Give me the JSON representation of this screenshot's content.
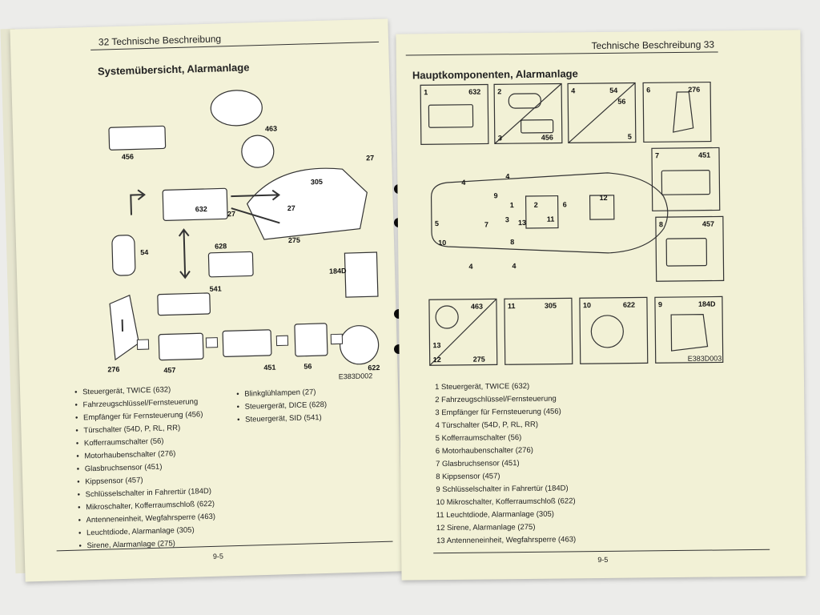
{
  "left_page": {
    "header_title": "32  Technische Beschreibung",
    "section_title": "Systemübersicht, Alarmanlage",
    "diagram_labels": [
      "456",
      "463",
      "27",
      "305",
      "632",
      "27",
      "27",
      "275",
      "54",
      "628",
      "541",
      "184D",
      "276",
      "457",
      "451",
      "56",
      "622"
    ],
    "figure_code": "E383D002",
    "components_col1": [
      "Steuergerät, TWICE (632)",
      "Fahrzeugschlüssel/Fernsteuerung",
      "Empfänger für Fernsteuerung (456)",
      "Türschalter (54D, P, RL, RR)",
      "Kofferraumschalter (56)",
      "Motorhaubenschalter (276)",
      "Glasbruchsensor (451)",
      "Kippsensor (457)",
      "Schlüsselschalter in Fahrertür (184D)",
      "Mikroschalter, Kofferraumschloß (622)",
      "Antenneneinheit, Wegfahrsperre (463)",
      "Leuchtdiode, Alarmanlage (305)",
      "Sirene, Alarmanlage (275)"
    ],
    "components_col2": [
      "Blinkglühlampen (27)",
      "Steuergerät, DICE (628)",
      "Steuergerät, SID (541)"
    ],
    "page_number": "9-5"
  },
  "right_page": {
    "header_title": "Technische Beschreibung  33",
    "section_title": "Hauptkomponenten, Alarmanlage",
    "panel_labels": [
      "1",
      "632",
      "2",
      "3",
      "456",
      "4",
      "54",
      "56",
      "5",
      "6",
      "276",
      "7",
      "451",
      "8",
      "457",
      "13",
      "463",
      "12",
      "275",
      "11",
      "305",
      "10",
      "622",
      "9",
      "184D"
    ],
    "car_labels": [
      "4",
      "4",
      "9",
      "1",
      "2",
      "6",
      "12",
      "7",
      "3",
      "13",
      "11",
      "5",
      "10",
      "8",
      "4",
      "4"
    ],
    "figure_code": "E383D003",
    "components": [
      "1  Steuergerät, TWICE (632)",
      "2  Fahrzeugschlüssel/Fernsteuerung",
      "3  Empfänger für Fernsteuerung (456)",
      "4  Türschalter (54D, P, RL, RR)",
      "5  Kofferraumschalter (56)",
      "6  Motorhaubenschalter (276)",
      "7  Glasbruchsensor (451)",
      "8  Kippsensor (457)",
      "9  Schlüsselschalter in Fahrertür (184D)",
      "10  Mikroschalter, Kofferraumschloß (622)",
      "11  Leuchtdiode, Alarmanlage (305)",
      "12  Sirene, Alarmanlage (275)",
      "13  Antenneneinheit, Wegfahrsperre (463)"
    ],
    "page_number": "9-5"
  }
}
